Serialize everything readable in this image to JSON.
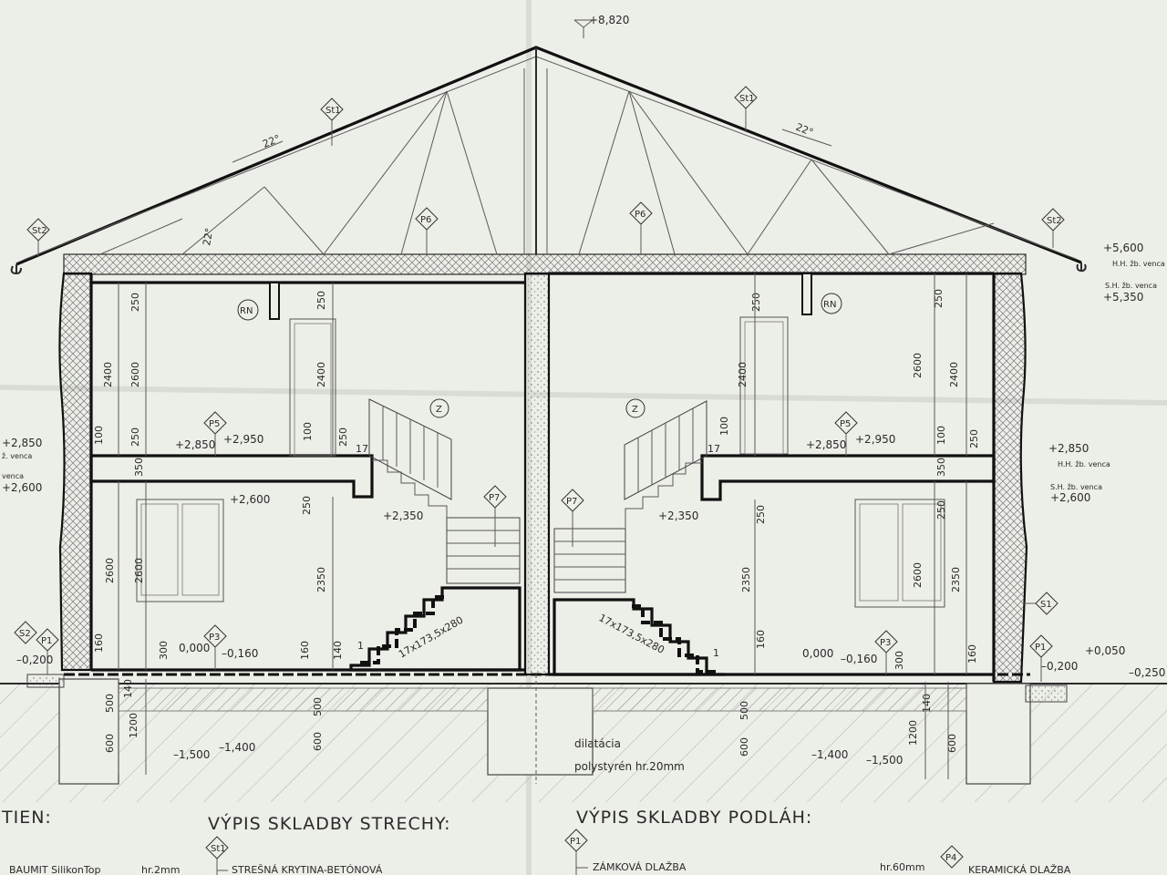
{
  "drawing": {
    "top_level": "+8,820",
    "angles": {
      "roof_left": "22°",
      "roof_right": "22°",
      "eave_left": "22°"
    },
    "roof_tags": {
      "st1": "St1",
      "st2": "St2",
      "p6": "P6"
    },
    "levels_right": {
      "ridge_left_eave": "+5,600",
      "ring_beam_top_note": "H.H. žb. venca",
      "ring_beam_bottom_note": "S.H. žb. venca",
      "ring_beam_bottom": "+5,350",
      "upper_ring_top": "+2,850",
      "upper_ring_top_note": "H.H. žb. venca",
      "upper_ring_bottom_note": "S.H. žb. venca",
      "upper_ring_bottom": "+2,600"
    },
    "levels_left": {
      "ring_top": "+2,850",
      "ring_top_note": "ž. venca",
      "ring_bottom_note": "venca",
      "ring_bottom": "+2,600"
    },
    "unit_left": {
      "rn": "RN",
      "z": "Z",
      "p5": "P5",
      "p7": "P7",
      "p3": "P3",
      "p1": "P1",
      "s2": "S2",
      "floor_2850": "+2,850",
      "floor_2950": "+2,950",
      "ceiling_2600": "+2,600",
      "landing_2350": "+2,350",
      "ground_0000": "0,000",
      "ground_m0160": "–0,160",
      "outside_m0200": "–0,200",
      "found_m1500": "–1,500",
      "found_m1400": "–1,400",
      "stair": "17x173,5x280",
      "stair_one": "1",
      "dim_17": "17",
      "dims": {
        "d250a": "250",
        "d2400a": "2400",
        "d2600a": "2600",
        "d2400b": "2400",
        "d250b": "250",
        "d100a": "100",
        "d250c": "250",
        "d350": "350",
        "d100b": "100",
        "d250d": "250",
        "d2600b": "2600",
        "d2600c": "2600",
        "d250e": "250",
        "d2350": "2350",
        "d160a": "160",
        "d300": "300",
        "d160b": "160",
        "d140a": "140",
        "d500a": "500",
        "d1200": "1200",
        "d600a": "600",
        "d140b": "140",
        "d500b": "500",
        "d600b": "600"
      }
    },
    "unit_right": {
      "rn": "RN",
      "z": "Z",
      "p5": "P5",
      "p7": "P7",
      "p3": "P3",
      "p1": "P1",
      "s1": "S1",
      "floor_2850": "+2,850",
      "floor_2950": "+2,950",
      "landing_2350": "+2,350",
      "ground_0000": "0,000",
      "ground_m0160": "–0,160",
      "outside_m0200": "–0,200",
      "outside_p0050": "+0,050",
      "outside_m0250": "–0,250",
      "found_m1400": "–1,400",
      "found_m1500": "–1,500",
      "stair": "17x173,5x280",
      "stair_one": "1",
      "dim_17": "17",
      "dims": {
        "d250a": "250",
        "d2400a": "2400",
        "d2600a": "2600",
        "d2400b": "2400",
        "d250b": "250",
        "d100a": "100",
        "d350": "350",
        "d250c": "250",
        "d100b": "100",
        "d250d": "250",
        "d2350a": "2350",
        "d2600b": "2600",
        "d2350b": "2350",
        "d250e": "250",
        "d160a": "160",
        "d300": "300",
        "d160b": "160",
        "d500a": "500",
        "d600a": "600",
        "d140": "140",
        "d1200": "1200",
        "d600b": "600"
      }
    },
    "dilatation_note": "dilatácia",
    "dilatation_material": "polystyrén hr.20mm"
  },
  "schedules": {
    "walls_heading": "TIEN:",
    "walls_first_item": "BAUMIT SilikonTop",
    "walls_first_thickness": "hr.2mm",
    "roof_heading": "VÝPIS SKLADBY STRECHY:",
    "roof_tag": "St1",
    "roof_first_item": "STREŠNÁ KRYTINA-BETÓNOVÁ",
    "floor_heading": "VÝPIS SKLADBY PODLÁH:",
    "floor_tag_p1": "P1",
    "floor_first_item": "ZÁMKOVÁ DLAŽBA",
    "floor_first_thickness": "hr.60mm",
    "floor_tag_p4": "P4",
    "floor_p4_item": "KERAMICKÁ DLAŽBA"
  }
}
